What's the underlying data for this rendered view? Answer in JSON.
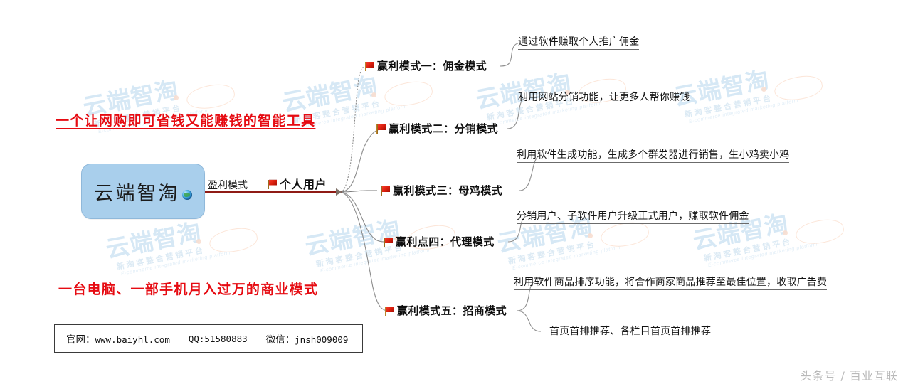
{
  "meta": {
    "center_fill": "#a9cfec",
    "headline_color": "#e60b12",
    "trunk_color": "#8f1b15",
    "watermark_color": "#cfe4f4"
  },
  "center": {
    "label": "云端智淘",
    "icon": "globe-icon"
  },
  "trunk": {
    "connector_label": "盈利模式",
    "node_label": "个人用户",
    "flag_icon": "red-flag-icon"
  },
  "branches": [
    {
      "id": "branch-1",
      "flag_icon": "red-flag-icon",
      "label": "赢利模式一：佣金模式",
      "details": [
        "通过软件赚取个人推广佣金"
      ]
    },
    {
      "id": "branch-2",
      "flag_icon": "red-flag-icon",
      "label": "赢利模式二：分销模式",
      "details": [
        "利用网站分销功能，让更多人帮你赚钱"
      ]
    },
    {
      "id": "branch-3",
      "flag_icon": "red-flag-icon",
      "label": "赢利模式三：母鸡模式",
      "details": [
        "利用软件生成功能，生成多个群发器进行销售，生小鸡卖小鸡"
      ]
    },
    {
      "id": "branch-4",
      "flag_icon": "red-flag-icon",
      "label": "赢利点四：代理模式",
      "details": [
        "分销用户、子软件用户升级正式用户，赚取软件佣金"
      ]
    },
    {
      "id": "branch-5",
      "flag_icon": "red-flag-icon",
      "label": "赢利模式五：招商模式",
      "details": [
        "利用软件商品排序功能，将合作商家商品推荐至最佳位置，收取广告费",
        "首页首排推荐、各栏目首页首排推荐"
      ]
    }
  ],
  "headlines": {
    "top": "一个让网购即可省钱又能赚钱的智能工具",
    "bottom": "一台电脑、一部手机月入过万的商业模式"
  },
  "contact": {
    "site_label": "官网：",
    "site_value": "www.baiyhl.com",
    "qq": "QQ:51580883",
    "wechat_label": "微信：",
    "wechat_value": "jnsh009009"
  },
  "attribution": "头条号 / 百业互联",
  "watermark": {
    "main": "云端智淘",
    "sub1": "新淘客整合营销平台",
    "sub2": "E-commerce integrated marketing platform"
  }
}
